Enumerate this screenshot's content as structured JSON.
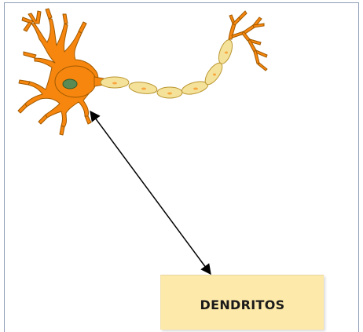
{
  "label": {
    "text": "DENDRITOS"
  },
  "colors": {
    "neuron_body": "#f7860e",
    "neuron_outline": "#a05a00",
    "nucleus": "#5c8a54",
    "myelin": "#f5e29a",
    "myelin_outline": "#b99530",
    "label_box": "#fde9a9",
    "frame_border": "#8e9db4",
    "arrow": "#000000"
  },
  "icons": {
    "neuron": "neuron-illustration",
    "arrow": "pointer-arrow"
  }
}
